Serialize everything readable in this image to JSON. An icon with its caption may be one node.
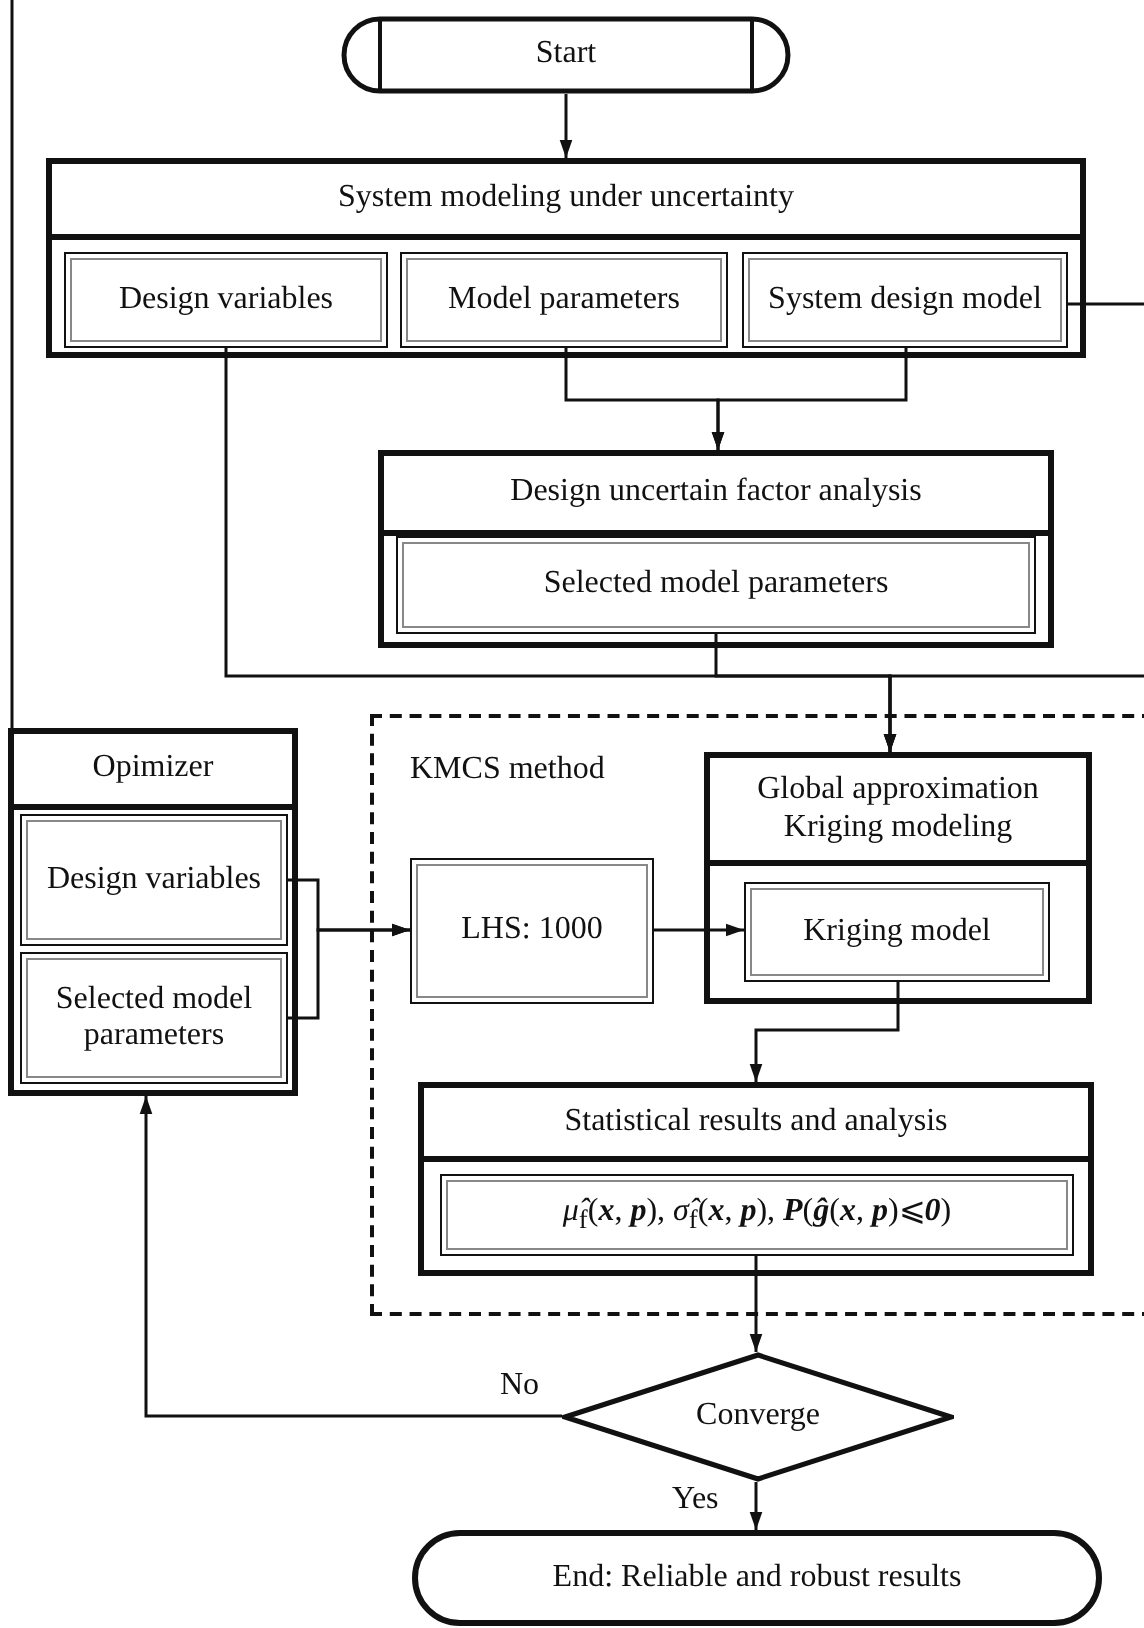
{
  "diagram": {
    "nodes": [
      {
        "text": [
          "Start"
        ]
      },
      {
        "text": [
          "System modeling under uncertainty"
        ]
      },
      {
        "text": [
          "Design variables"
        ],
        "in": 1
      },
      {
        "text": [
          "Model parameters"
        ],
        "in": 1
      },
      {
        "text": [
          "System design model"
        ],
        "in": 1
      },
      {
        "text": [
          "Design uncertain factor analysis"
        ]
      },
      {
        "text": [
          "Selected model parameters"
        ],
        "in": 5
      },
      {
        "text": [
          "Opimizer"
        ]
      },
      {
        "text": [
          "Design variables"
        ],
        "in": 7
      },
      {
        "text": [
          "Selected model parameters"
        ],
        "in": 7
      },
      {
        "text": [
          "KMCS method"
        ]
      },
      {
        "text": [
          "LHS: 1000"
        ],
        "in": 10
      },
      {
        "text": [
          "Global approximation Kriging modeling"
        ],
        "in": 10
      },
      {
        "text": [
          "Kriging model"
        ],
        "in": 12
      },
      {
        "text": [
          "Statistical results and analysis"
        ],
        "in": 10
      },
      {
        "text": [
          "*μ̂*$_{f}$(**x**, **p**), *σ̂*$_{f}$(**x**, **p**), **P**(**ĝ**(**x**, **p**)⩽**0**)"
        ],
        "in": 14
      },
      {
        "text": [
          "Converge"
        ]
      },
      {
        "text": [
          "End: Reliable and robust results"
        ]
      }
    ],
    "edges": [
      {
        "from": 0,
        "to": 1,
        "arrow": "to"
      },
      {
        "from": 3,
        "to": 5,
        "arrow": "to"
      },
      {
        "from": 4,
        "to": 5,
        "arrow": "to"
      },
      {
        "from": 4,
        "to": null,
        "arrow": "none"
      },
      {
        "from": 2,
        "to": 12,
        "arrow": "to"
      },
      {
        "from": 6,
        "to": 12,
        "arrow": "to"
      },
      {
        "from": null,
        "to": 12,
        "arrow": "to"
      },
      {
        "from": 8,
        "to": 11,
        "arrow": "to"
      },
      {
        "from": 9,
        "to": 11,
        "arrow": "to"
      },
      {
        "from": 11,
        "to": 13,
        "arrow": "to"
      },
      {
        "from": 13,
        "to": 14,
        "arrow": "to"
      },
      {
        "from": 15,
        "to": 16,
        "arrow": "to"
      },
      {
        "from": 16,
        "to": 7,
        "arrow": "to",
        "label": "No"
      },
      {
        "from": 16,
        "to": 17,
        "arrow": "to",
        "label": "Yes"
      },
      {
        "from": null,
        "to": 7,
        "arrow": "none"
      }
    ]
  }
}
